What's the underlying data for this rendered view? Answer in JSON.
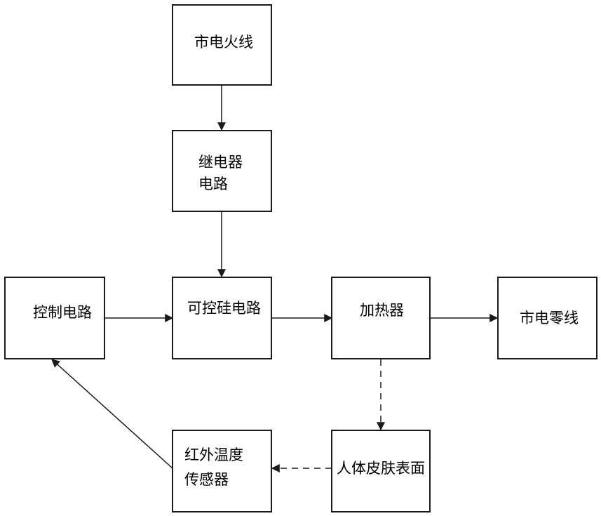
{
  "nodes": {
    "mains_live": {
      "label": "市电火线"
    },
    "relay": {
      "line1": "继电器",
      "line2": "电路"
    },
    "control": {
      "label": "控制电路"
    },
    "scr": {
      "label": "可控硅电路"
    },
    "heater": {
      "label": "加热器"
    },
    "mains_neutral": {
      "label": "市电零线"
    },
    "skin": {
      "label": "人体皮肤表面"
    },
    "ir_sensor": {
      "line1": "红外温度",
      "line2": "传感器"
    }
  }
}
